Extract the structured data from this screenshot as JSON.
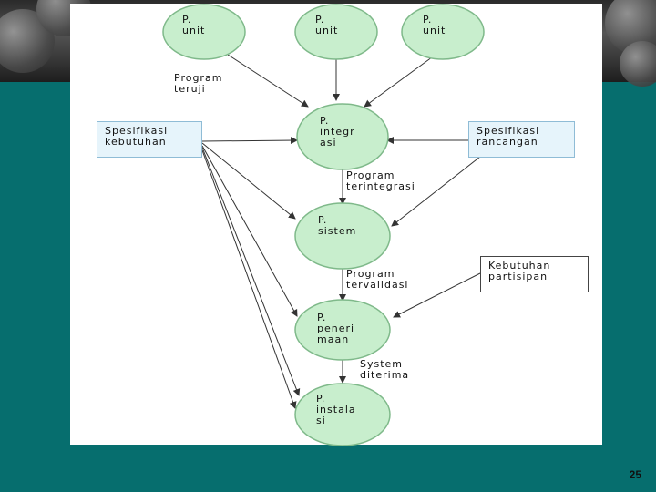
{
  "slide": {
    "page_number": "25"
  },
  "nodes": {
    "unit1": "P.\nunit",
    "unit2": "P.\nunit",
    "unit3": "P.\nunit",
    "integrasi": "P.\nintegr\nasi",
    "sistem": "P.\nsistem",
    "penerimaan": "P.\npeneri\nmaan",
    "instalasi": "P.\ninstala\nsi"
  },
  "boxes": {
    "spesifikasi_kebutuhan": "Spesifikasi\nkebutuhan",
    "spesifikasi_rancangan": "Spesifikasi\nrancangan",
    "kebutuhan_partisipan": "Kebutuhan\npartisipan"
  },
  "edge_labels": {
    "program_teruji": "Program\nteruji",
    "program_terintegrasi": "Program\nterintegrasi",
    "program_tervalidasi": "Program\ntervalidasi",
    "system_diterima": "System\nditerima"
  },
  "colors": {
    "slide_background": "#066e6e",
    "node_fill": "#c8eecd",
    "node_stroke": "#7fb98a",
    "box_fill": "#e6f4fb",
    "arrow": "#333333"
  }
}
